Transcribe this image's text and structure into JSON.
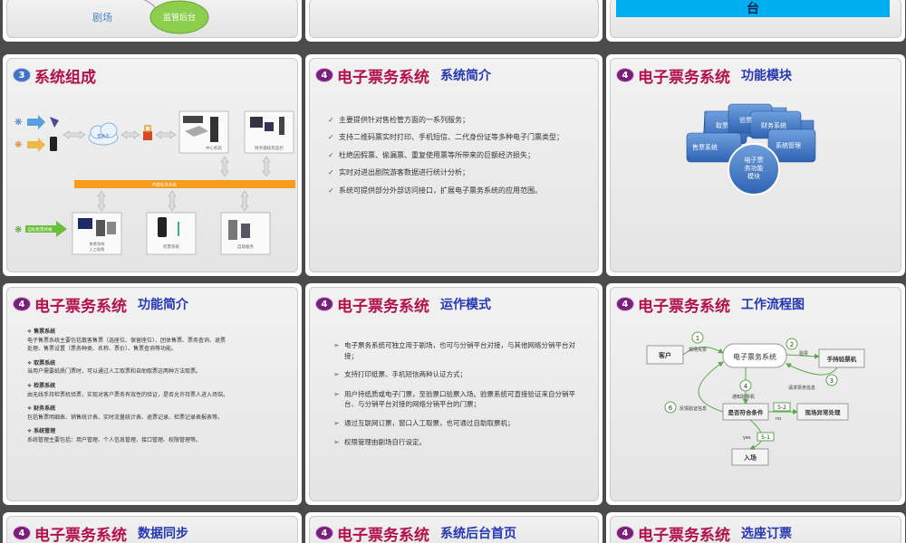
{
  "s1": {
    "labels": [
      "剧场",
      "监管后台"
    ]
  },
  "s3": {
    "title_tail": "台"
  },
  "s4": {
    "num": "3",
    "title": "系统组成",
    "labels": {
      "cloud": "票务云",
      "center": "中心机房",
      "audit": "财务稽核及监控",
      "bar": "内部业务系统",
      "sell": "售票系统\n人工取票",
      "check": "检票系统",
      "self": "自助服务",
      "left": "自助售票终端"
    }
  },
  "s5": {
    "num": "4",
    "title": "电子票务系统",
    "sub": "系统简介",
    "items": [
      "主要提供针对售检管方面的一系列服务；",
      "支持二维码票实时打印、手机短信、二代身份证等多种电子门票类型；",
      "杜绝因假票、偷漏票、重复使用票等所带来的巨额经济损失；",
      "实时对进出剧院游客数据进行统计分析；",
      "系统可提供部分外部访问接口，扩展电子票务系统的应用范围。"
    ]
  },
  "s6": {
    "num": "4",
    "title": "电子票务系统",
    "sub": "功能模块",
    "modules": [
      "取票",
      "验票",
      "财务系统",
      "售票系统",
      "系统管理"
    ],
    "center": [
      "电子票",
      "务功能",
      "模块"
    ]
  },
  "s7": {
    "num": "4",
    "title": "电子票务系统",
    "sub": "功能简介",
    "sections": [
      {
        "h": "售票系统",
        "t": [
          "电子售票系统主要包括散客售票（选座位、保留座位）、团体售票、票务查询、退票",
          "处理、售票设置（票务种类、名称、票价）、售票查询等功能。"
        ]
      },
      {
        "h": "取票系统",
        "t": [
          "当用户需要纸质门票时，可以通过人工取票和自助取票这两种方法取票。"
        ]
      },
      {
        "h": "检票系统",
        "t": [
          "由无线手持检票机验票，实现对客户票务有效性的验证，是否允许持票人进入场馆。"
        ]
      },
      {
        "h": "财务系统",
        "t": [
          "包括售票明细表、销售统计表、实时流量统计表、退票记录、检票记录表报表等。"
        ]
      },
      {
        "h": "系统管理",
        "t": [
          "系统管理主要包括：用户管理、个人信息管理、接口管理、权限管理等。"
        ]
      }
    ]
  },
  "s8": {
    "num": "4",
    "title": "电子票务系统",
    "sub": "运作模式",
    "items": [
      "电子票务系统可独立用于剧场，也可与分销平台对接，与其他网络分销平台对接；",
      "支持打印纸票、手机短信两种认证方式；",
      "用户持纸质或电子门票，至验票口验票入场。验票系统可直接验证来自分销平台、与分销平台对接的网络分销平台的门票；",
      "通过互联网订票，窗口人工取票，也可通过自助取票机；",
      "权限管理由剧场自行设定。"
    ]
  },
  "s9": {
    "num": "4",
    "title": "电子票务系统",
    "sub": "工作流程图",
    "nodes": {
      "customer": "客户",
      "system": "电子票务系统",
      "handheld": "手持验票机",
      "cond": "是否符合条件",
      "exc": "现场异常处理",
      "enter": "入场"
    },
    "steps": {
      "n1": "1",
      "n2": "2",
      "n3": "3",
      "n4": "4",
      "n6": "6",
      "n52": "5-2",
      "n51": "5-1"
    },
    "labels": {
      "buy": "现场买票",
      "check": "验票",
      "req": "请求票务信息",
      "notify": "通知验票机",
      "feedback": "反馈验证信息",
      "no": "no",
      "yes": "yes"
    }
  },
  "s10": {
    "num": "4",
    "title": "电子票务系统",
    "sub": "数据同步"
  },
  "s11": {
    "num": "4",
    "title": "电子票务系统",
    "sub": "系统后台首页"
  },
  "s12": {
    "num": "4",
    "title": "电子票务系统",
    "sub": "选座订票"
  },
  "colors": {
    "accent_title": "#b1124b",
    "sub_title": "#2537b2",
    "badge": "#7b1f7d",
    "cyan": "#00aeef"
  }
}
